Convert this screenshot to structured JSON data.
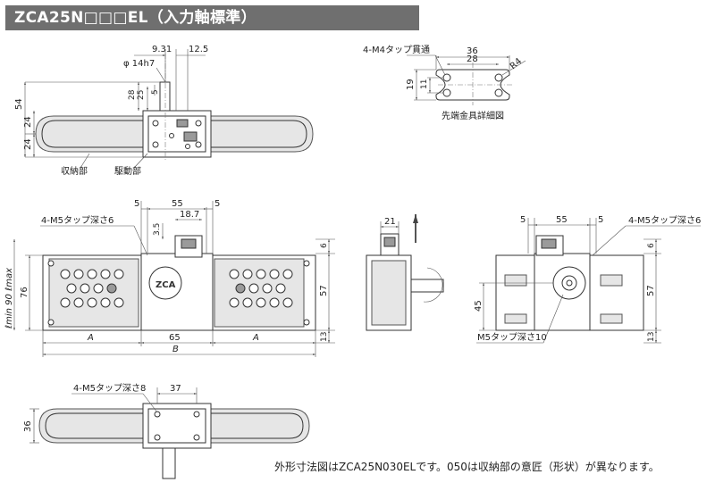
{
  "title": "ZCA25N□□□EL（入力軸標準）",
  "top_view": {
    "dims": {
      "d1": "9.31",
      "d2": "12.5",
      "shaft": "φ 14h7",
      "h28": "28",
      "h25": "25",
      "h5": "5",
      "h54": "54",
      "h24a": "24",
      "h24b": "24"
    },
    "labels": {
      "storage": "収納部",
      "drive": "駆動部"
    }
  },
  "tip_detail": {
    "dims": {
      "w36": "36",
      "w28": "28",
      "r4": "R4",
      "h19": "19",
      "h11": "11"
    },
    "labels": {
      "holes": "4-M4タップ貫通",
      "caption": "先端金具詳細図"
    }
  },
  "front_view": {
    "dims": {
      "d5a": "5",
      "d55": "55",
      "d5b": "5",
      "d35": "3.5",
      "d187": "18.7",
      "h76": "76",
      "h6": "6",
      "h57": "57",
      "h13": "13",
      "wA1": "A",
      "w65": "65",
      "wA2": "A",
      "wB": "B"
    },
    "labels": {
      "holes": "4-M5タップ深さ6",
      "stroke": "ℓmin 90 ℓmax"
    }
  },
  "side_view": {
    "dims": {
      "w21": "21"
    }
  },
  "right_view": {
    "dims": {
      "d5a": "5",
      "d55": "55",
      "d5b": "5",
      "h6": "6",
      "h57": "57",
      "h45": "45",
      "h13": "13"
    },
    "labels": {
      "holes": "4-M5タップ深さ6",
      "tap": "M5タップ深さ10"
    }
  },
  "bottom_view": {
    "dims": {
      "w37": "37",
      "h36": "36"
    },
    "labels": {
      "holes": "4-M5タップ深さ8"
    }
  },
  "footnote": "外形寸法図はZCA25N030ELです。050は収納部の意匠（形状）が異なります。"
}
